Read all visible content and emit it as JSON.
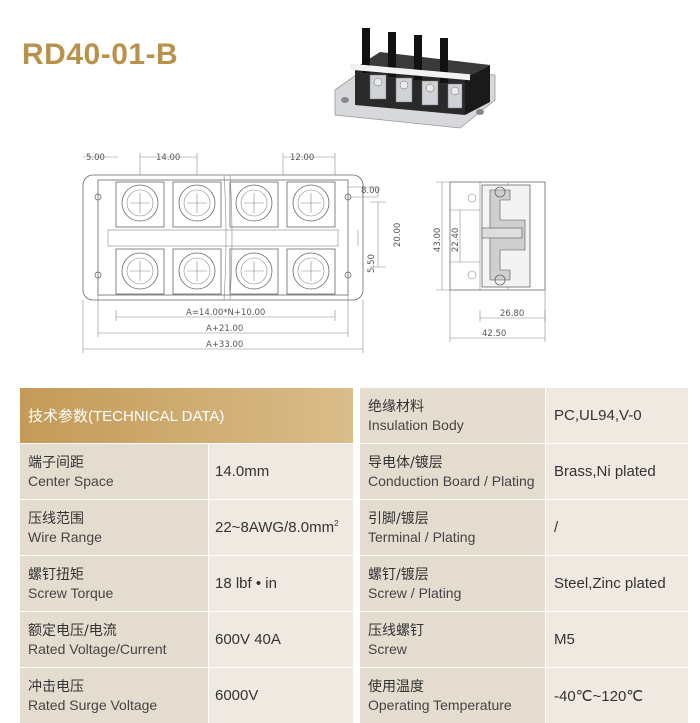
{
  "product": {
    "model": "RD40-01-B"
  },
  "dimensions": {
    "d_5_00": "5.00",
    "d_14_00": "14.00",
    "d_12_00": "12.00",
    "d_8_00": "8.00",
    "d_20_00": "20.00",
    "d_5_50": "5.50",
    "d_43_00": "43.00",
    "d_22_40": "22.40",
    "d_26_80": "26.80",
    "d_42_50": "42.50",
    "formula_a": "A=14.00*N+10.00",
    "formula_b": "A+21.00",
    "formula_c": "A+33.00"
  },
  "table": {
    "header": "技术参数(TECHNICAL DATA)",
    "rows": [
      {
        "l_zh": "",
        "l_en": "",
        "l_val": "",
        "r_zh": "绝缘材料",
        "r_en": "Insulation Body",
        "r_val": "PC,UL94,V-0"
      },
      {
        "l_zh": "端子间距",
        "l_en": "Center Space",
        "l_val": "14.0mm",
        "r_zh": "导电体/镀层",
        "r_en": "Conduction Board / Plating",
        "r_val": "Brass,Ni plated"
      },
      {
        "l_zh": "压线范围",
        "l_en": "Wire Range",
        "l_val": "22~8AWG/8.0mm",
        "l_sup": "2",
        "r_zh": "引脚/镀层",
        "r_en": "Terminal / Plating",
        "r_val": "/"
      },
      {
        "l_zh": "螺钉扭矩",
        "l_en": "Screw Torque",
        "l_val": "18 lbf • in",
        "r_zh": "螺钉/镀层",
        "r_en": "Screw / Plating",
        "r_val": "Steel,Zinc plated"
      },
      {
        "l_zh": "额定电压/电流",
        "l_en": "Rated Voltage/Current",
        "l_val": "600V 40A",
        "r_zh": "压线螺钉",
        "r_en": "Screw",
        "r_val": "M5"
      },
      {
        "l_zh": "冲击电压",
        "l_en": "Rated Surge Voltage",
        "l_val": "6000V",
        "r_zh": "使用温度",
        "r_en": "Operating Temperature",
        "r_val": "-40℃~120℃"
      }
    ]
  },
  "colors": {
    "accent": "#b8914a",
    "header_bg": "#c49a57",
    "cell_dark": "#e5dcd0",
    "cell_light": "#efe9e2"
  }
}
